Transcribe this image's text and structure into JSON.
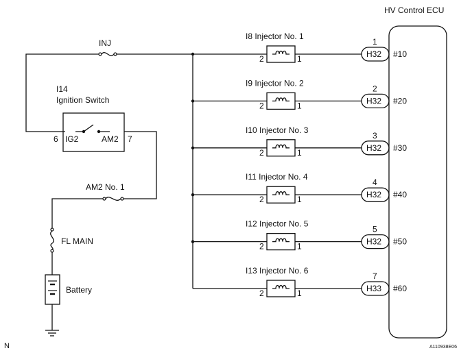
{
  "ecu": {
    "title": "HV Control ECU"
  },
  "fuses": {
    "inj": "INJ",
    "am2": "AM2 No. 1",
    "fl_main": "FL MAIN"
  },
  "ignition_switch": {
    "code": "I14",
    "name": "Ignition Switch",
    "pin_left": "6",
    "pin_right": "7",
    "terminal_left": "IG2",
    "terminal_right": "AM2"
  },
  "battery": {
    "label": "Battery"
  },
  "injectors": [
    {
      "label": "I8 Injector No. 1",
      "in_pin": "2",
      "out_pin": "1",
      "connector": "H32",
      "conn_pin": "1",
      "ecu_terminal": "#10"
    },
    {
      "label": "I9 Injector No. 2",
      "in_pin": "2",
      "out_pin": "1",
      "connector": "H32",
      "conn_pin": "2",
      "ecu_terminal": "#20"
    },
    {
      "label": "I10 Injector No. 3",
      "in_pin": "2",
      "out_pin": "1",
      "connector": "H32",
      "conn_pin": "3",
      "ecu_terminal": "#30"
    },
    {
      "label": "I11 Injector No. 4",
      "in_pin": "2",
      "out_pin": "1",
      "connector": "H32",
      "conn_pin": "4",
      "ecu_terminal": "#40"
    },
    {
      "label": "I12 Injector No. 5",
      "in_pin": "2",
      "out_pin": "1",
      "connector": "H32",
      "conn_pin": "5",
      "ecu_terminal": "#50"
    },
    {
      "label": "I13 Injector No. 6",
      "in_pin": "2",
      "out_pin": "1",
      "connector": "H33",
      "conn_pin": "7",
      "ecu_terminal": "#60"
    }
  ],
  "corner_left": "N",
  "corner_right": "A110938E06"
}
